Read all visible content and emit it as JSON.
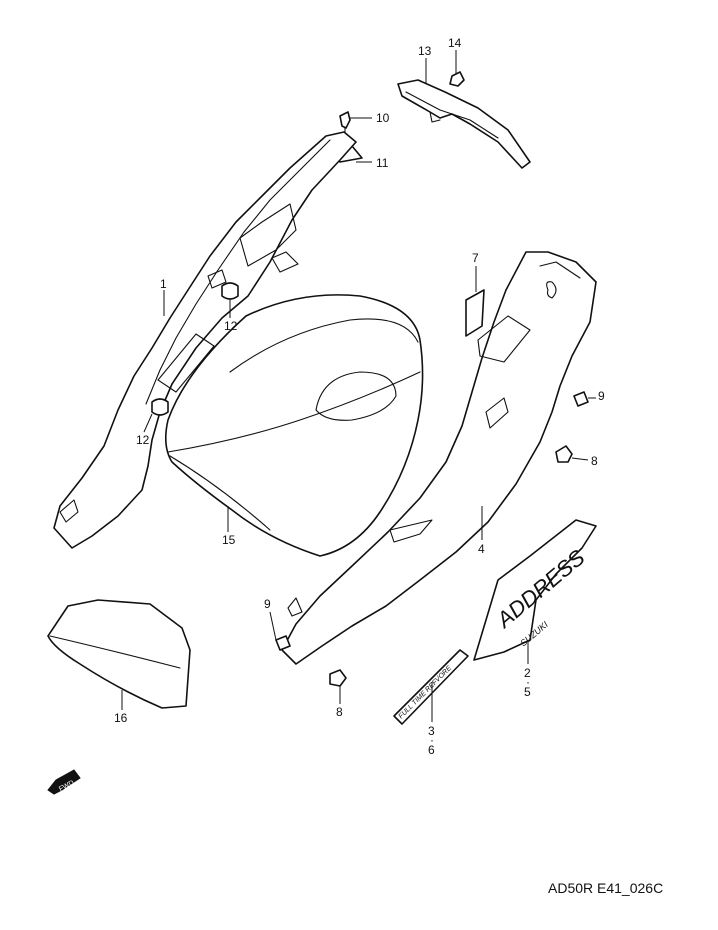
{
  "diagram": {
    "drawing_code": "AD50R E41_026C",
    "callouts": {
      "p1": "1",
      "p2": "2",
      "p5": "5",
      "p3": "3",
      "p6": "6",
      "p4": "4",
      "p7": "7",
      "p8a": "8",
      "p8b": "8",
      "p9a": "9",
      "p9b": "9",
      "p10": "10",
      "p11": "11",
      "p12a": "12",
      "p12b": "12",
      "p13": "13",
      "p14": "14",
      "p15": "15",
      "p16": "16"
    },
    "decals": {
      "address_logo": "ADDRESS",
      "suzuki_badge": "SUZUKI",
      "strip_text": "FULL TIME REFVORE",
      "direction_badge": "FWD"
    }
  }
}
